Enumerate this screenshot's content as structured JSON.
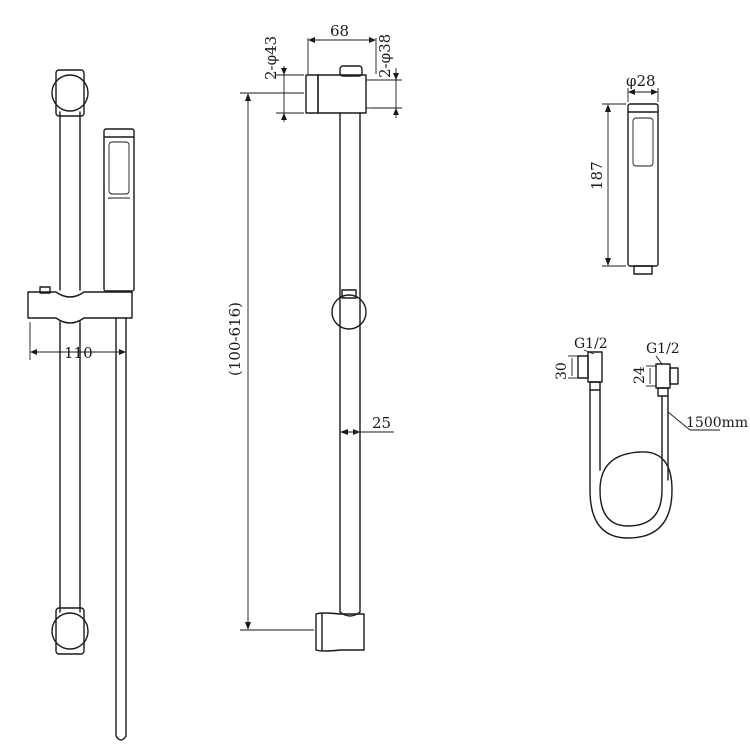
{
  "dimensions": {
    "bracket_width": "110",
    "wall_mount_diameter": "2-φ43",
    "slider_width": "68",
    "bar_diameter_mount": "2-φ38",
    "rail_length": "(100-616)",
    "rail_diameter": "25",
    "handset_diameter": "φ28",
    "handset_length": "187",
    "hose_thread_left": "G1/2",
    "hose_thread_right": "G1/2",
    "hose_nut_left": "30",
    "hose_nut_right": "24",
    "hose_length": "1500mm"
  }
}
